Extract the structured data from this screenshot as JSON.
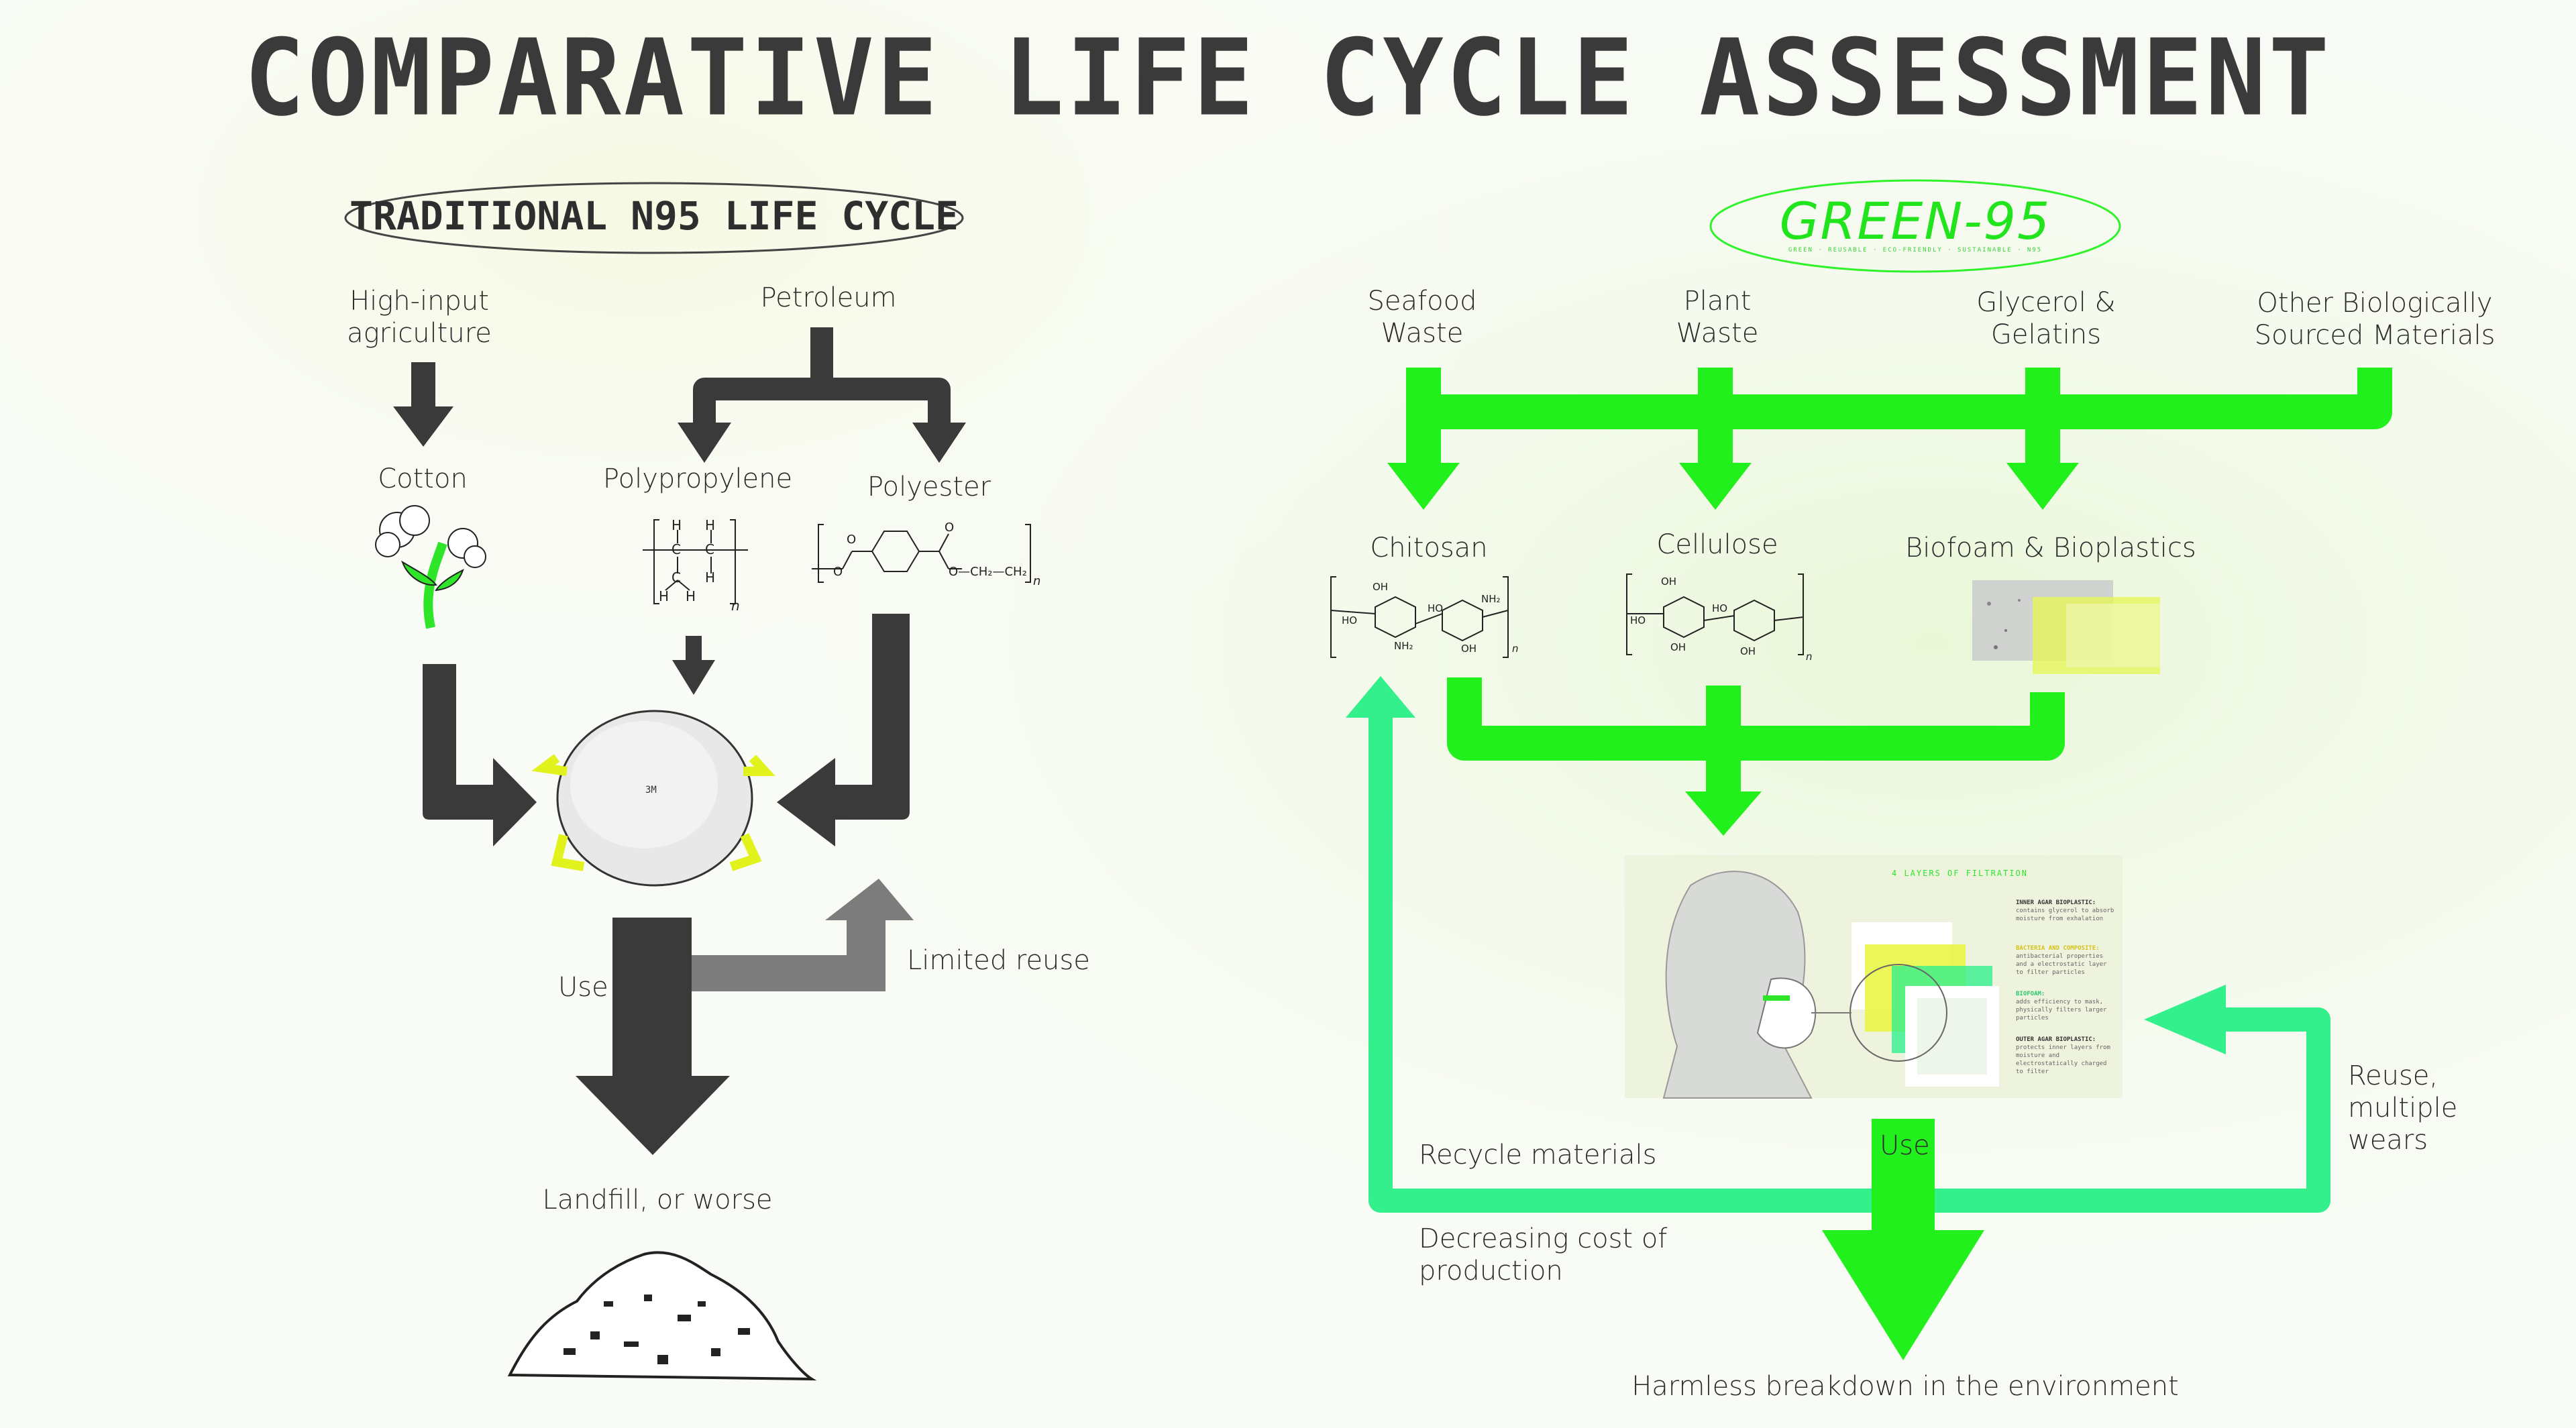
{
  "title": "COMPARATIVE LIFE CYCLE ASSESSMENT",
  "traditional": {
    "heading": "TRADITIONAL N95 LIFE CYCLE",
    "sources": {
      "agriculture": [
        "High-input",
        "agriculture"
      ],
      "petroleum": "Petroleum"
    },
    "materials": {
      "cotton": "Cotton",
      "polypropylene": "Polypropylene",
      "polyester": "Polyester"
    },
    "mask_brand": "3M",
    "use_label": "Use",
    "reuse_label": "Limited reuse",
    "end_label": "Landfill, or worse"
  },
  "green": {
    "logo": "GREEN-95",
    "logo_tagline": "GREEN · REUSABLE · ECO-FRIENDLY · SUSTAINABLE · N95",
    "sources": {
      "seafood": [
        "Seafood",
        "Waste"
      ],
      "plant": [
        "Plant",
        "Waste"
      ],
      "glycerol": [
        "Glycerol &",
        "Gelatins"
      ],
      "other": [
        "Other Biologically",
        "Sourced Materials"
      ]
    },
    "materials": {
      "chitosan": "Chitosan",
      "cellulose": "Cellulose",
      "biofoam": "Biofoam & Bioplastics"
    },
    "filtration_title": "4 LAYERS OF FILTRATION",
    "filtration_layers": [
      {
        "name": "INNER AGAR BIOPLASTIC:",
        "desc": "contains glycerol to absorb moisture from exhalation"
      },
      {
        "name": "BACTERIA AND COMPOSITE:",
        "desc": "antibacterial properties and a electrostatic layer to filter particles"
      },
      {
        "name": "BIOFOAM:",
        "desc": "adds efficiency to mask, physically filters larger particles"
      },
      {
        "name": "OUTER AGAR BIOPLASTIC:",
        "desc": "protects inner layers from moisture and electrostatically charged to filter"
      }
    ],
    "use_label": "Use",
    "reuse_label": [
      "Reuse,",
      "multiple",
      "wears"
    ],
    "recycle_label": "Recycle materials",
    "cost_label": [
      "Decreasing cost of",
      "production"
    ],
    "end_label": "Harmless breakdown in the environment"
  },
  "colors": {
    "dark_arrow": "#3a3a3a",
    "gray_arrow": "#7c7c7c",
    "green_arrow": "#22f01c",
    "light_green_arrow": "#33f08c",
    "accent_yellow": "#e7f53c"
  }
}
